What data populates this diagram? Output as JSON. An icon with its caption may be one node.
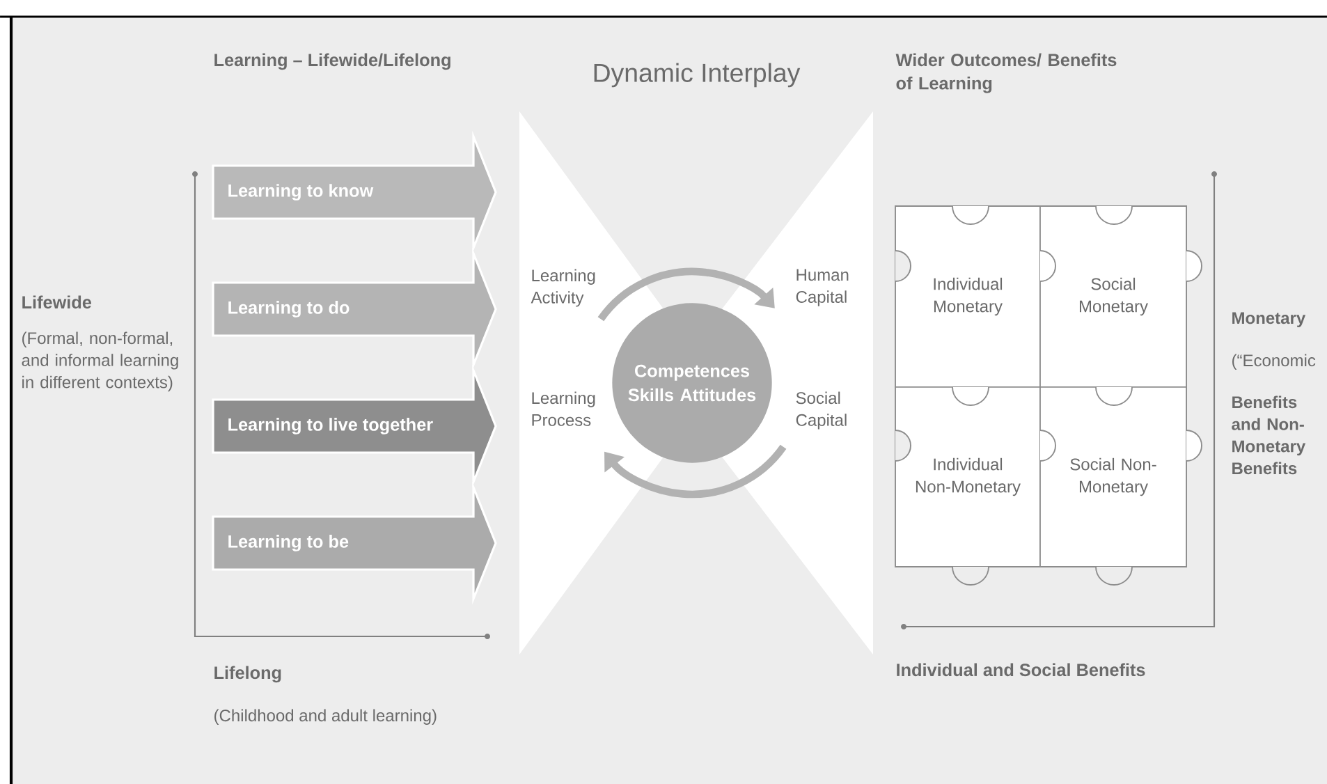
{
  "diagram": {
    "nodes": [
      {
        "text": [
          "Learning to know"
        ]
      },
      {
        "text": [
          "Learning to do"
        ]
      },
      {
        "text": [
          "Learning to live together"
        ]
      },
      {
        "text": [
          "Learning to be"
        ]
      },
      {
        "text": [
          "Competences Skills Attitudes"
        ]
      },
      {
        "text": [
          "Individual Monetary"
        ]
      },
      {
        "text": [
          "Social Monetary"
        ]
      },
      {
        "text": [
          "Individual Non-Monetary"
        ]
      },
      {
        "text": [
          "Social Non-Monetary"
        ]
      }
    ],
    "labels": [
      "Learning – Lifewide/Lifelong",
      "Dynamic Interplay",
      "Wider Outcomes/ Benefits of Learning",
      "Lifewide",
      "(Formal, non-formal, and informal learning in different contexts)",
      "Learning Activity",
      "Human Capital",
      "Learning Process",
      "Social Capital",
      "Monetary",
      "(“Economic",
      "Benefits and Non-Monetary Benefits",
      "Lifelong",
      "(Childhood and adult learning)",
      "Individual and Social Benefits"
    ]
  }
}
